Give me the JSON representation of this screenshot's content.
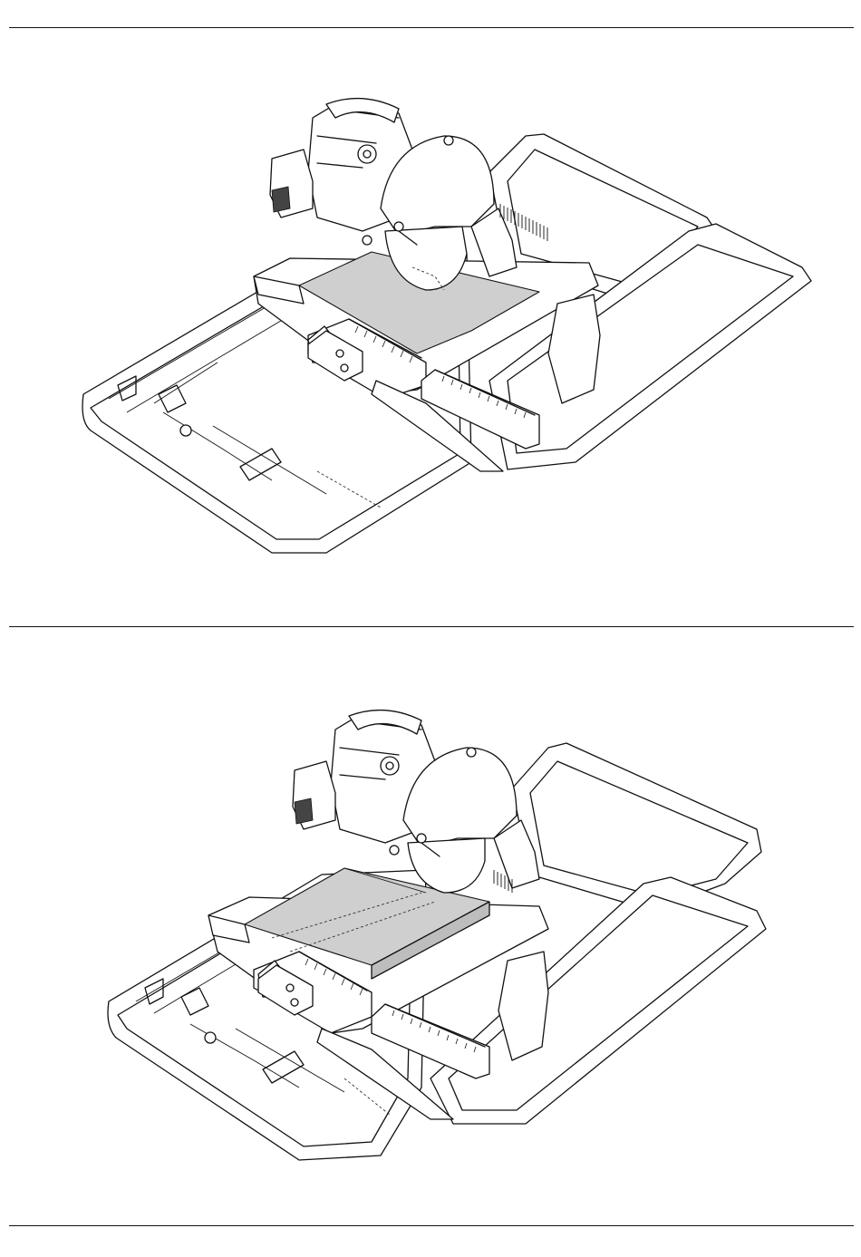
{
  "page": {
    "background": "#ffffff",
    "line_color": "#111111",
    "tile_color": "#cfcfcf"
  },
  "figures": [
    {
      "name": "tile-saw-straight-cut",
      "tile_variant": "straight-cut"
    },
    {
      "name": "tile-saw-miter-cut",
      "tile_variant": "bevel-miter-cut"
    }
  ]
}
